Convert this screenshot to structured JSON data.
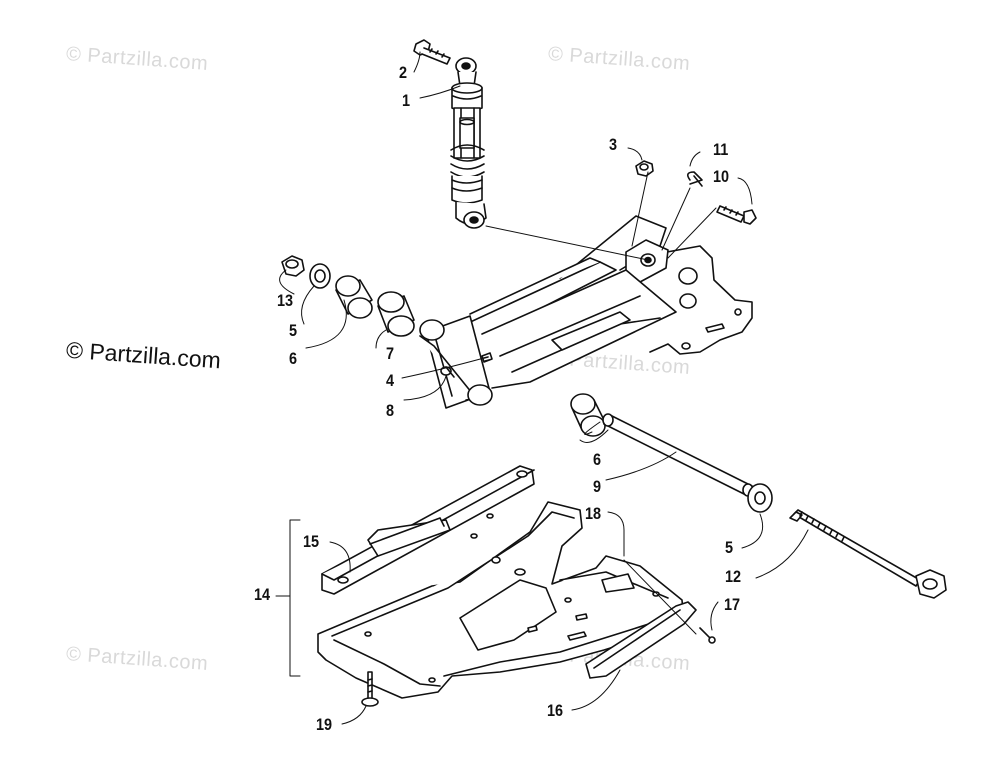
{
  "title": "",
  "watermark": "© Partzilla.com",
  "copyright": "© Partzilla.com",
  "callouts": [
    {
      "id": "c2",
      "label": "2"
    },
    {
      "id": "c1",
      "label": "1"
    },
    {
      "id": "c3",
      "label": "3"
    },
    {
      "id": "c11",
      "label": "11"
    },
    {
      "id": "c10",
      "label": "10"
    },
    {
      "id": "c13",
      "label": "13"
    },
    {
      "id": "c5a",
      "label": "5"
    },
    {
      "id": "c6a",
      "label": "6"
    },
    {
      "id": "c7",
      "label": "7"
    },
    {
      "id": "c4",
      "label": "4"
    },
    {
      "id": "c8",
      "label": "8"
    },
    {
      "id": "c6b",
      "label": "6"
    },
    {
      "id": "c9",
      "label": "9"
    },
    {
      "id": "c18",
      "label": "18"
    },
    {
      "id": "c15",
      "label": "15"
    },
    {
      "id": "c14",
      "label": "14"
    },
    {
      "id": "c5b",
      "label": "5"
    },
    {
      "id": "c12",
      "label": "12"
    },
    {
      "id": "c17",
      "label": "17"
    },
    {
      "id": "c19",
      "label": "19"
    },
    {
      "id": "c16",
      "label": "16"
    }
  ]
}
